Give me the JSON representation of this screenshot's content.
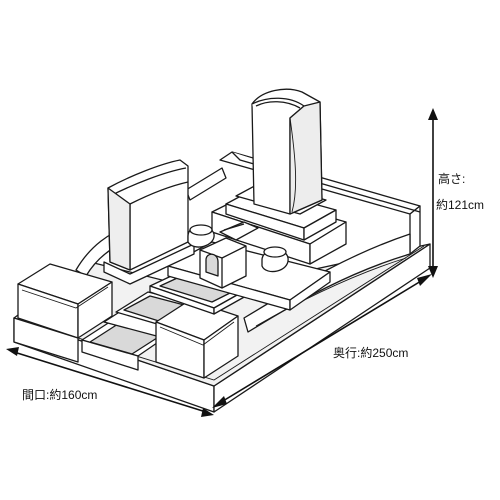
{
  "dimensions": {
    "height": {
      "label": "高さ:",
      "value": "約121cm"
    },
    "depth": {
      "label": "奥行:",
      "value": "約250cm"
    },
    "width": {
      "label": "間口:",
      "value": "約160cm"
    }
  },
  "colors": {
    "line": "#1a1a1a",
    "shade": "#d9d9d9",
    "background": "#ffffff"
  }
}
